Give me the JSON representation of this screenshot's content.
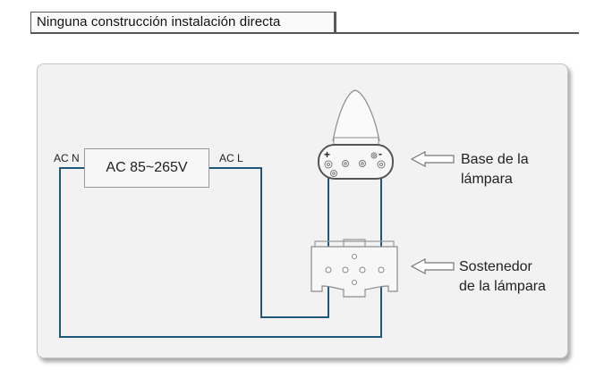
{
  "title": "Ninguna construcción instalación directa",
  "power_supply": {
    "label": "AC 85~265V",
    "neutral_label": "AC N",
    "live_label": "AC L"
  },
  "lamp_base": {
    "label_line1": "Base de la",
    "label_line2": "lámpara",
    "plus_sign": "+",
    "minus_sign": "-"
  },
  "lamp_holder": {
    "label_line1": "Sostenedor",
    "label_line2": "de la lámpara"
  },
  "colors": {
    "wire": "#1f5878",
    "panel": "#f2f2f2",
    "outline": "#8c8c8c"
  }
}
